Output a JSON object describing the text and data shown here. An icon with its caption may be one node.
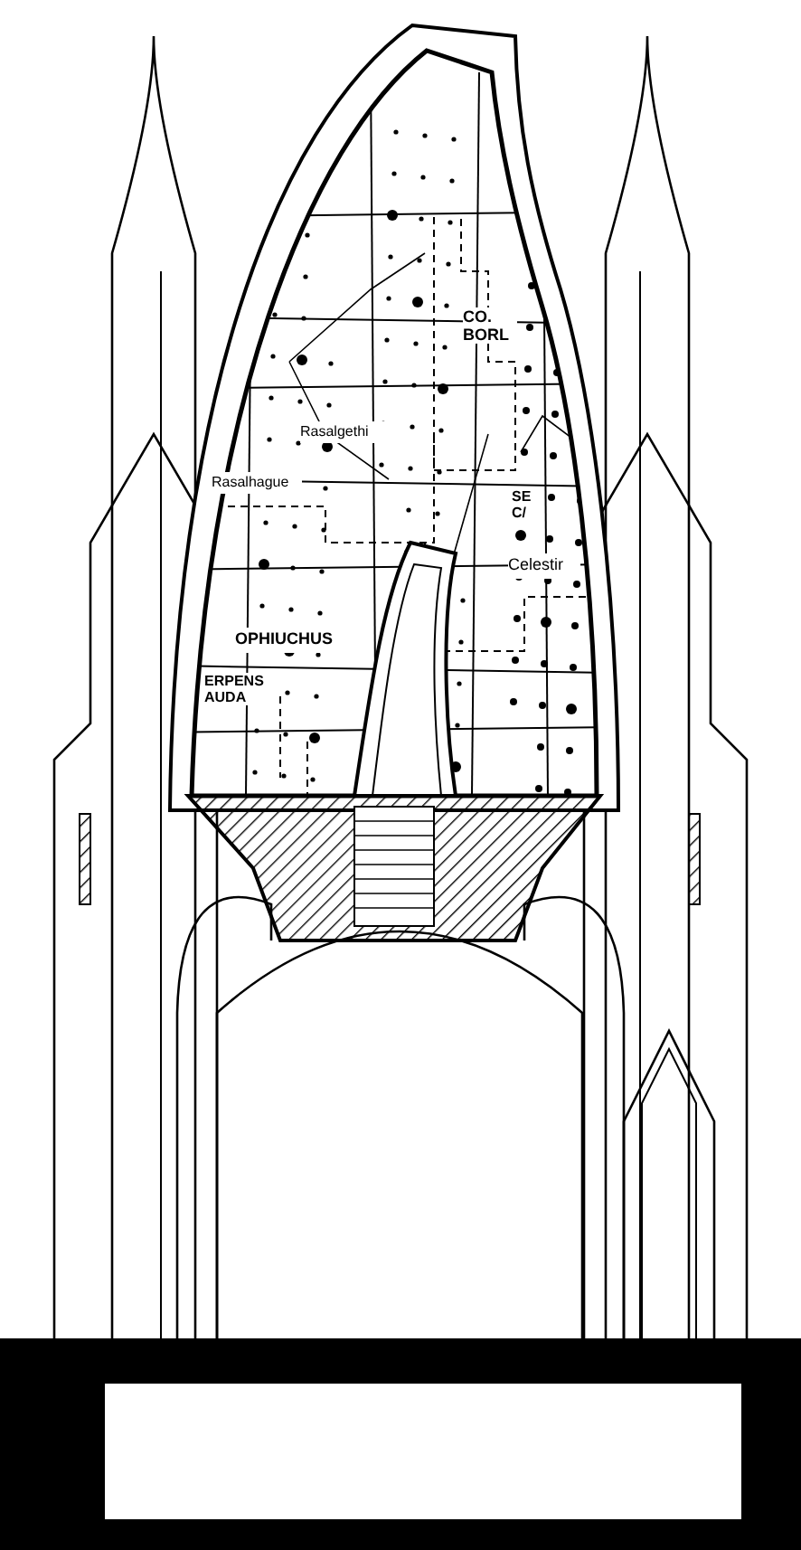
{
  "diagram": {
    "labels": [
      "CO. BORL",
      "Rasalgethi",
      "Rasalhague",
      "SE C/",
      "Celestir",
      "OPHIUCHUS",
      "ERPENS AUDA"
    ]
  }
}
